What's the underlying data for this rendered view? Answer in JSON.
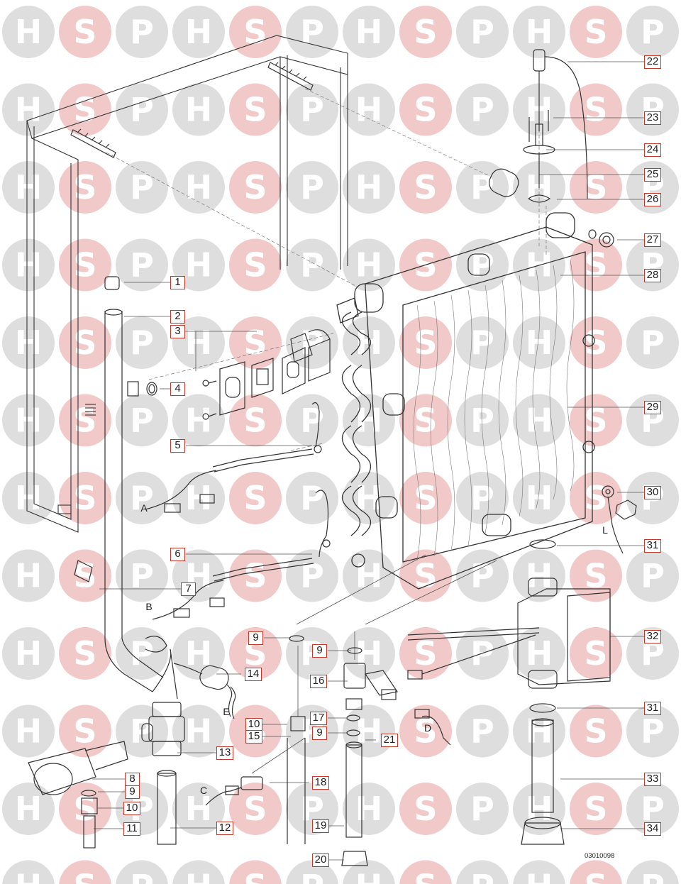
{
  "watermark": {
    "letters": [
      "H",
      "S",
      "P"
    ],
    "colors": {
      "H": "#dedede",
      "S": "#f2c9c9",
      "P": "#dedede"
    }
  },
  "part_numbers": [
    "1",
    "2",
    "3",
    "4",
    "5",
    "6",
    "7",
    "8",
    "9",
    "10",
    "11",
    "12",
    "13",
    "14",
    "15",
    "16",
    "17",
    "18",
    "19",
    "20",
    "21",
    "22",
    "23",
    "24",
    "25",
    "26",
    "27",
    "28",
    "29",
    "30",
    "31",
    "32",
    "33",
    "34"
  ],
  "callouts": [
    {
      "id": "1",
      "label": "1"
    },
    {
      "id": "2",
      "label": "2"
    },
    {
      "id": "3",
      "label": "3"
    },
    {
      "id": "4",
      "label": "4"
    },
    {
      "id": "5",
      "label": "5"
    },
    {
      "id": "6",
      "label": "6"
    },
    {
      "id": "7",
      "label": "7"
    },
    {
      "id": "8",
      "label": "8"
    },
    {
      "id": "9a",
      "label": "9"
    },
    {
      "id": "9b",
      "label": "9"
    },
    {
      "id": "9c",
      "label": "9"
    },
    {
      "id": "9d",
      "label": "9"
    },
    {
      "id": "10a",
      "label": "10"
    },
    {
      "id": "10b",
      "label": "10"
    },
    {
      "id": "11",
      "label": "11"
    },
    {
      "id": "12",
      "label": "12"
    },
    {
      "id": "13",
      "label": "13"
    },
    {
      "id": "14",
      "label": "14"
    },
    {
      "id": "15",
      "label": "15"
    },
    {
      "id": "16",
      "label": "16"
    },
    {
      "id": "17",
      "label": "17"
    },
    {
      "id": "18",
      "label": "18"
    },
    {
      "id": "19",
      "label": "19"
    },
    {
      "id": "20",
      "label": "20"
    },
    {
      "id": "21",
      "label": "21"
    },
    {
      "id": "22",
      "label": "22"
    },
    {
      "id": "23",
      "label": "23"
    },
    {
      "id": "24",
      "label": "24"
    },
    {
      "id": "25",
      "label": "25"
    },
    {
      "id": "26",
      "label": "26"
    },
    {
      "id": "27",
      "label": "27"
    },
    {
      "id": "28",
      "label": "28"
    },
    {
      "id": "29",
      "label": "29"
    },
    {
      "id": "30",
      "label": "30"
    },
    {
      "id": "31a",
      "label": "31"
    },
    {
      "id": "31b",
      "label": "31"
    },
    {
      "id": "32",
      "label": "32"
    },
    {
      "id": "33",
      "label": "33"
    },
    {
      "id": "34",
      "label": "34"
    }
  ],
  "connectors": {
    "A": "A",
    "B": "B",
    "C": "C",
    "D": "D",
    "E": "E",
    "L": "L"
  },
  "drawing_id": "03010098",
  "colors": {
    "callout_border": "#c0392b",
    "line": "#333333",
    "watermark_red": "#f2c9c9",
    "watermark_grey": "#dedede"
  }
}
